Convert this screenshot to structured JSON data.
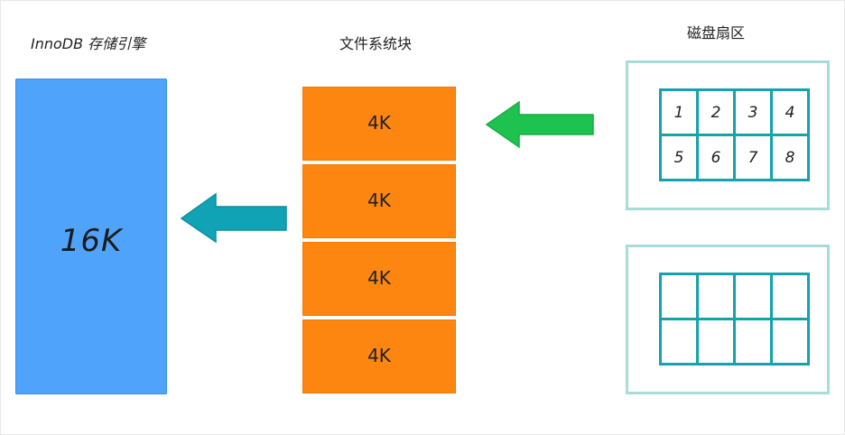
{
  "labels": {
    "innodb": "InnoDB 存储引擎",
    "filesystem": "文件系统块",
    "disk": "磁盘扇区"
  },
  "innodb_block": {
    "size": "16K"
  },
  "filesystem_blocks": [
    {
      "label": "4K"
    },
    {
      "label": "4K"
    },
    {
      "label": "4K"
    },
    {
      "label": "4K"
    }
  ],
  "disk_sectors": {
    "top": [
      "1",
      "2",
      "3",
      "4",
      "5",
      "6",
      "7",
      "8"
    ],
    "bottom": [
      "",
      "",
      "",
      "",
      "",
      "",
      "",
      ""
    ]
  },
  "colors": {
    "innodb_block": "#4fa3fb",
    "filesystem_block": "#fd8611",
    "arrow_left": "#10a3b6",
    "arrow_right": "#1ec24f",
    "sector_line": "#13a3aa",
    "disk_box_border": "#a8dcdb"
  },
  "icons": {
    "arrow_fs_to_innodb": "left-arrow-icon",
    "arrow_disk_to_fs": "left-arrow-icon"
  }
}
